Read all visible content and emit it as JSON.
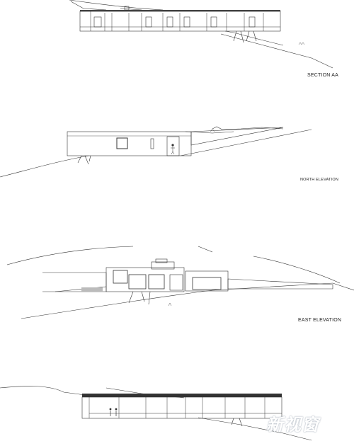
{
  "labels": {
    "section_aa": "SECTION AA",
    "north_elevation": "NORTH ELEVATION",
    "east_elevation": "EAST ELEVATION"
  },
  "watermark": {
    "text": "新视窗"
  },
  "colors": {
    "line": "#333333",
    "background": "#ffffff"
  }
}
